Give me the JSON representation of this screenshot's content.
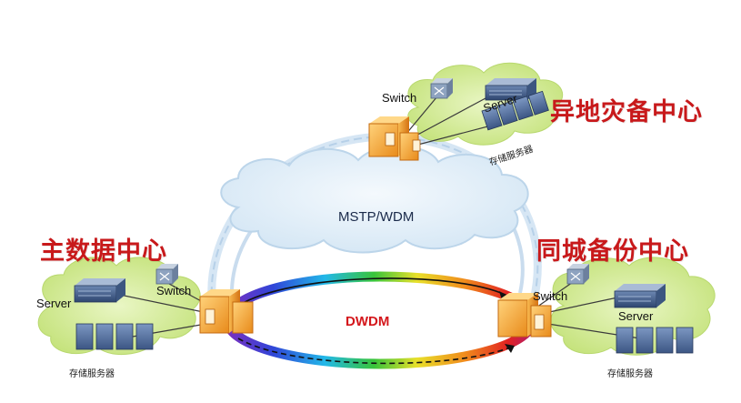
{
  "sites": {
    "primary": {
      "title": "主数据中心",
      "switch_label": "Switch",
      "server_label": "Server",
      "storage_label": "存储服务器"
    },
    "remote": {
      "title": "异地灾备中心",
      "switch_label": "Switch",
      "server_label": "Server",
      "storage_label": "存储服务器"
    },
    "local": {
      "title": "同城备份中心",
      "switch_label": "Switch",
      "server_label": "Server",
      "storage_label": "存储服务器"
    }
  },
  "networks": {
    "mstp_label": "MSTP/WDM",
    "dwdm_label": "DWDM"
  },
  "colors": {
    "title_red": "#c8191b",
    "cloud_green": "#cfe98f",
    "cloud_blue": "#dbeaf6",
    "link_blue": "#b8d3ea",
    "router_orange": "#f2a33a"
  },
  "icons": {
    "router": "router-icon",
    "switch": "switch-icon",
    "server": "server-icon",
    "storage": "storage-icon",
    "cloud": "cloud-icon"
  }
}
